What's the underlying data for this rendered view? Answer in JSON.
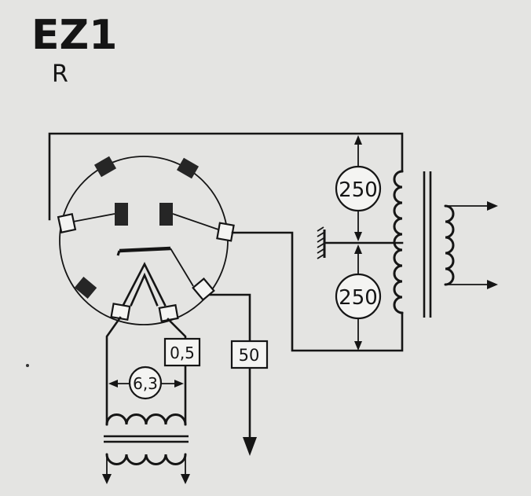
{
  "tube": {
    "name": "EZ1",
    "suffix": "R"
  },
  "values": {
    "anode_voltage_top": "250",
    "anode_voltage_bottom": "250",
    "heater_voltage": "6,3",
    "heater_current": "0,5",
    "output_current": "50"
  }
}
